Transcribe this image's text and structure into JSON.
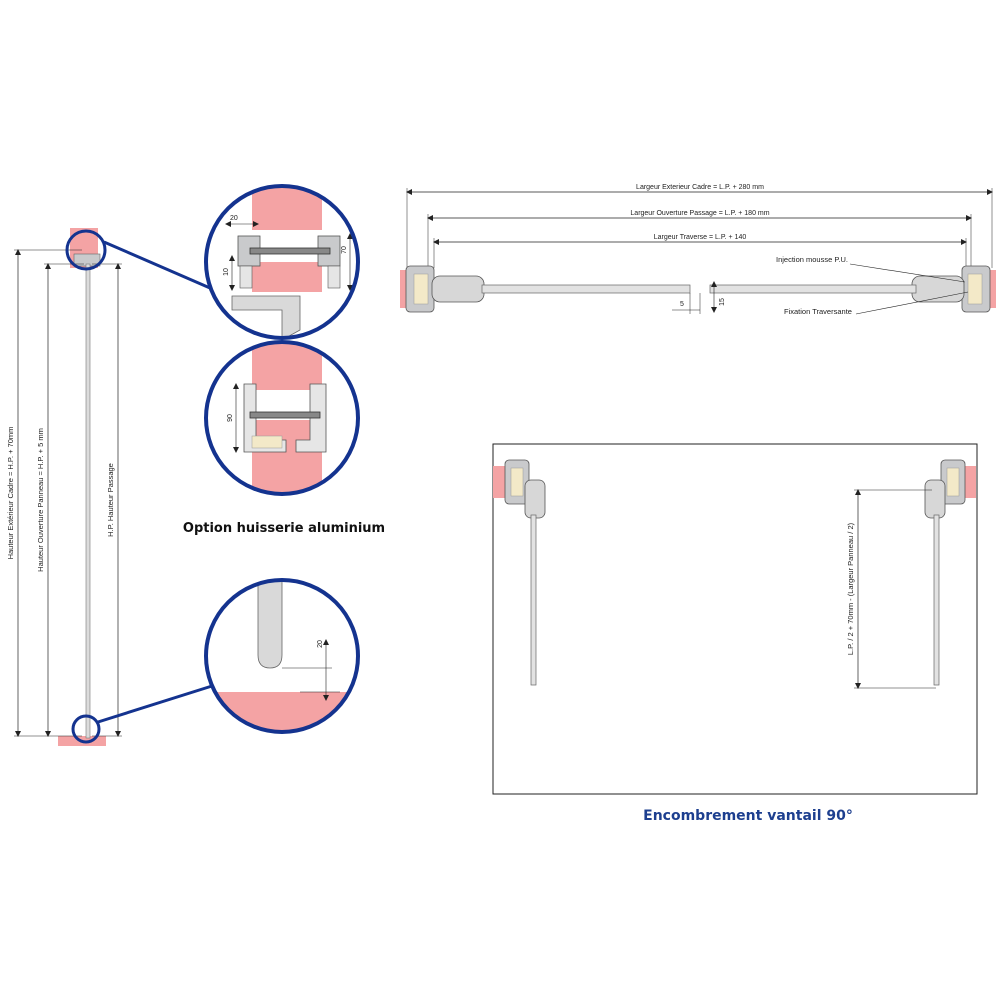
{
  "colors": {
    "wall_pink": "#f4a3a4",
    "circle_navy": "#14338f",
    "caption_blue": "#1d3f8f",
    "frame_grey": "#c9cacc",
    "foam_cream": "#f3e9c8"
  },
  "left_elevation": {
    "dim_outer": "Hauteur Extérieur Cadre = H.P. + 70mm",
    "dim_panel": "Hauteur Ouverture Panneau = H.P. + 5 mm",
    "dim_passage": "H.P. Hauteur Passage"
  },
  "detail_top": {
    "dim_20": "20",
    "dim_70": "70",
    "dim_10": "10"
  },
  "detail_alu": {
    "dim_90": "90",
    "caption": "Option huisserie aluminium"
  },
  "detail_bottom": {
    "dim_20": "20"
  },
  "plan_view": {
    "dim_outer": "Largeur Exterieur Cadre = L.P. + 280 mm",
    "dim_opening": "Largeur Ouverture Passage = L.P. + 180 mm",
    "dim_traverse": "Largeur Traverse = L.P. + 140",
    "label_injection": "Injection mousse P.U.",
    "label_fixation": "Fixation Traversante",
    "dim_5": "5",
    "dim_15": "15"
  },
  "swing_view": {
    "dim_clearance": "L.P. / 2 + 70mm - (Largeur Panneau / 2)",
    "caption": "Encombrement vantail 90°"
  }
}
